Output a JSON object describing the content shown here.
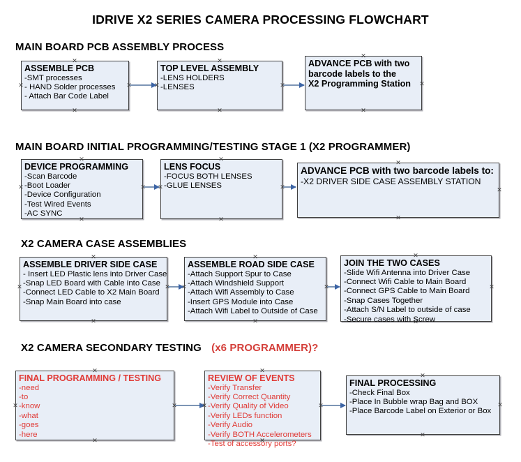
{
  "title": "IDRIVE X2  SERIES CAMERA PROCESSING FLOWCHART",
  "colors": {
    "box_fill": "#e8eef7",
    "box_border": "#3f3f3f",
    "connector": "#7d95b5",
    "arrow": "#3c64a5",
    "accent_red": "#e03a36",
    "text": "#000000"
  },
  "sections": [
    {
      "heading": "MAIN BOARD PCB ASSEMBLY PROCESS",
      "boxes": [
        {
          "head": "ASSEMBLE PCB",
          "lines": [
            " -SMT processes",
            "- HAND Solder processes",
            "- Attach Bar Code Label"
          ]
        },
        {
          "head": "TOP LEVEL ASSEMBLY",
          "lines": [
            "-LENS HOLDERS",
            "-LENSES"
          ]
        },
        {
          "head": "ADVANCE PCB with two",
          "lines": [
            "barcode labels to the",
            " X2 Programming Station"
          ]
        }
      ]
    },
    {
      "heading": "MAIN BOARD INITIAL PROGRAMMING/TESTING STAGE 1 (X2 PROGRAMMER)",
      "boxes": [
        {
          "head": "DEVICE PROGRAMMING",
          "lines": [
            "-Scan Barcode",
            "-Boot Loader",
            "-Device Configuration",
            "-Test Wired Events",
            "-AC SYNC"
          ]
        },
        {
          "head": "LENS FOCUS",
          "lines": [
            "-FOCUS BOTH LENSES",
            "-GLUE LENSES"
          ]
        },
        {
          "head": "ADVANCE PCB with two barcode labels to:",
          "lines": [
            "-X2 DRIVER  SIDE  CASE  ASSEMBLY STATION"
          ]
        }
      ]
    },
    {
      "heading": "X2 CAMERA CASE ASSEMBLIES",
      "boxes": [
        {
          "head": "ASSEMBLE DRIVER SIDE CASE",
          "lines": [
            "- Insert LED Plastic lens into Driver Case",
            "-Snap LED Board with Cable into Case",
            "-Connect LED Cable to X2 Main Board",
            "-Snap Main Board into case"
          ]
        },
        {
          "head": "ASSEMBLE ROAD SIDE CASE",
          "lines": [
            "-Attach Support Spur to Case",
            "-Attach Windshield Support",
            "-Attach Wifi Assembly to Case",
            "-Insert GPS Module into Case",
            "-Attach Wifi Label to Outside of Case"
          ]
        },
        {
          "head": "JOIN THE TWO CASES",
          "lines": [
            "-Slide Wifi Antenna into Driver Case",
            "-Connect Wifi Cable to Main Board",
            "-Connect GPS Cable to Main Board",
            "-Snap Cases Together",
            "-Attach S/N Label to outside of case",
            "-Secure cases with Screw"
          ]
        }
      ]
    },
    {
      "heading": "X2 CAMERA SECONDARY TESTING",
      "heading_accent": "(x6 PROGRAMMER)?",
      "boxes": [
        {
          "head": "FINAL PROGRAMMING / TESTING",
          "lines": [
            "-need",
            "-to",
            "-know",
            "-what",
            "-goes",
            "-here"
          ]
        },
        {
          "head": "REVIEW OF EVENTS",
          "lines": [
            "-Verify Transfer",
            "-Verify Correct Quantity",
            "-Verify Quality of Video",
            "-Verify LEDs function",
            "-Verify Audio",
            "-Verify BOTH Accelerometers",
            "-Test of accessory ports?"
          ]
        },
        {
          "head": "FINAL PROCESSING",
          "lines": [
            "-Check Final Box",
            "-Place In Bubble wrap Bag and BOX",
            "-Place Barcode Label on Exterior or Box"
          ]
        }
      ]
    }
  ]
}
